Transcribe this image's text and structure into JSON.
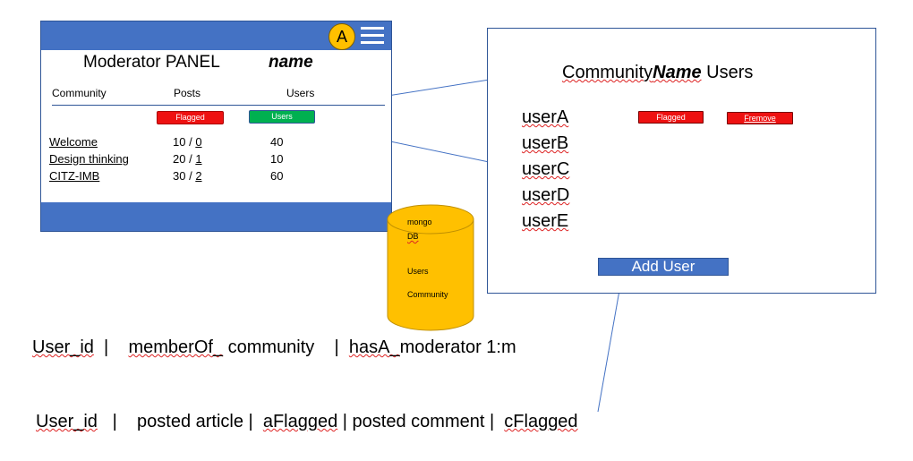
{
  "moderator_panel": {
    "avatar_letter": "A",
    "title": "Moderator PANEL",
    "name_label": "name",
    "headers": {
      "community": "Community",
      "posts": "Posts",
      "users": "Users"
    },
    "flagged_button": "Flagged",
    "users_button": "Users",
    "rows": [
      {
        "community": "Welcome",
        "posts": "10",
        "flagged": "0",
        "users": "40"
      },
      {
        "community": "Design thinking",
        "posts": "20",
        "flagged": "1",
        "users": "10"
      },
      {
        "community": "CITZ-IMB",
        "posts": "30",
        "flagged": "2",
        "users": "60"
      }
    ],
    "separator": " / "
  },
  "users_panel": {
    "title_prefix": "Community",
    "title_name": "Name",
    "title_suffix": " Users",
    "users": [
      "userA",
      "userB",
      "userC",
      "userD",
      "userE"
    ],
    "flagged_button": "Flagged",
    "remove_button": "Fremove",
    "add_user_button": "Add User"
  },
  "database": {
    "label_line1": "mongo",
    "label_line2": "DB",
    "collections": [
      "Users",
      "Community"
    ]
  },
  "schema_lines": {
    "line1": {
      "f1": "User_id",
      "sep1": "  |    ",
      "f2": "memberOf_",
      "f2b": " community    ",
      "sep2": "|  ",
      "f3": "hasA_",
      "f3b": "moderator",
      "f3c": " 1:m"
    },
    "line2": {
      "f1": "User_id",
      "sep1": "   |    posted article |  ",
      "f2": "aFlagged",
      "sep2": " | posted comment |  ",
      "f3": "cFlagged"
    }
  },
  "colors": {
    "bar_blue": "#4472c4",
    "outline_blue": "#2f5597",
    "flag_red": "#ee1111",
    "users_green": "#00b050",
    "db_gold": "#ffc000",
    "connector": "#4472c4"
  }
}
